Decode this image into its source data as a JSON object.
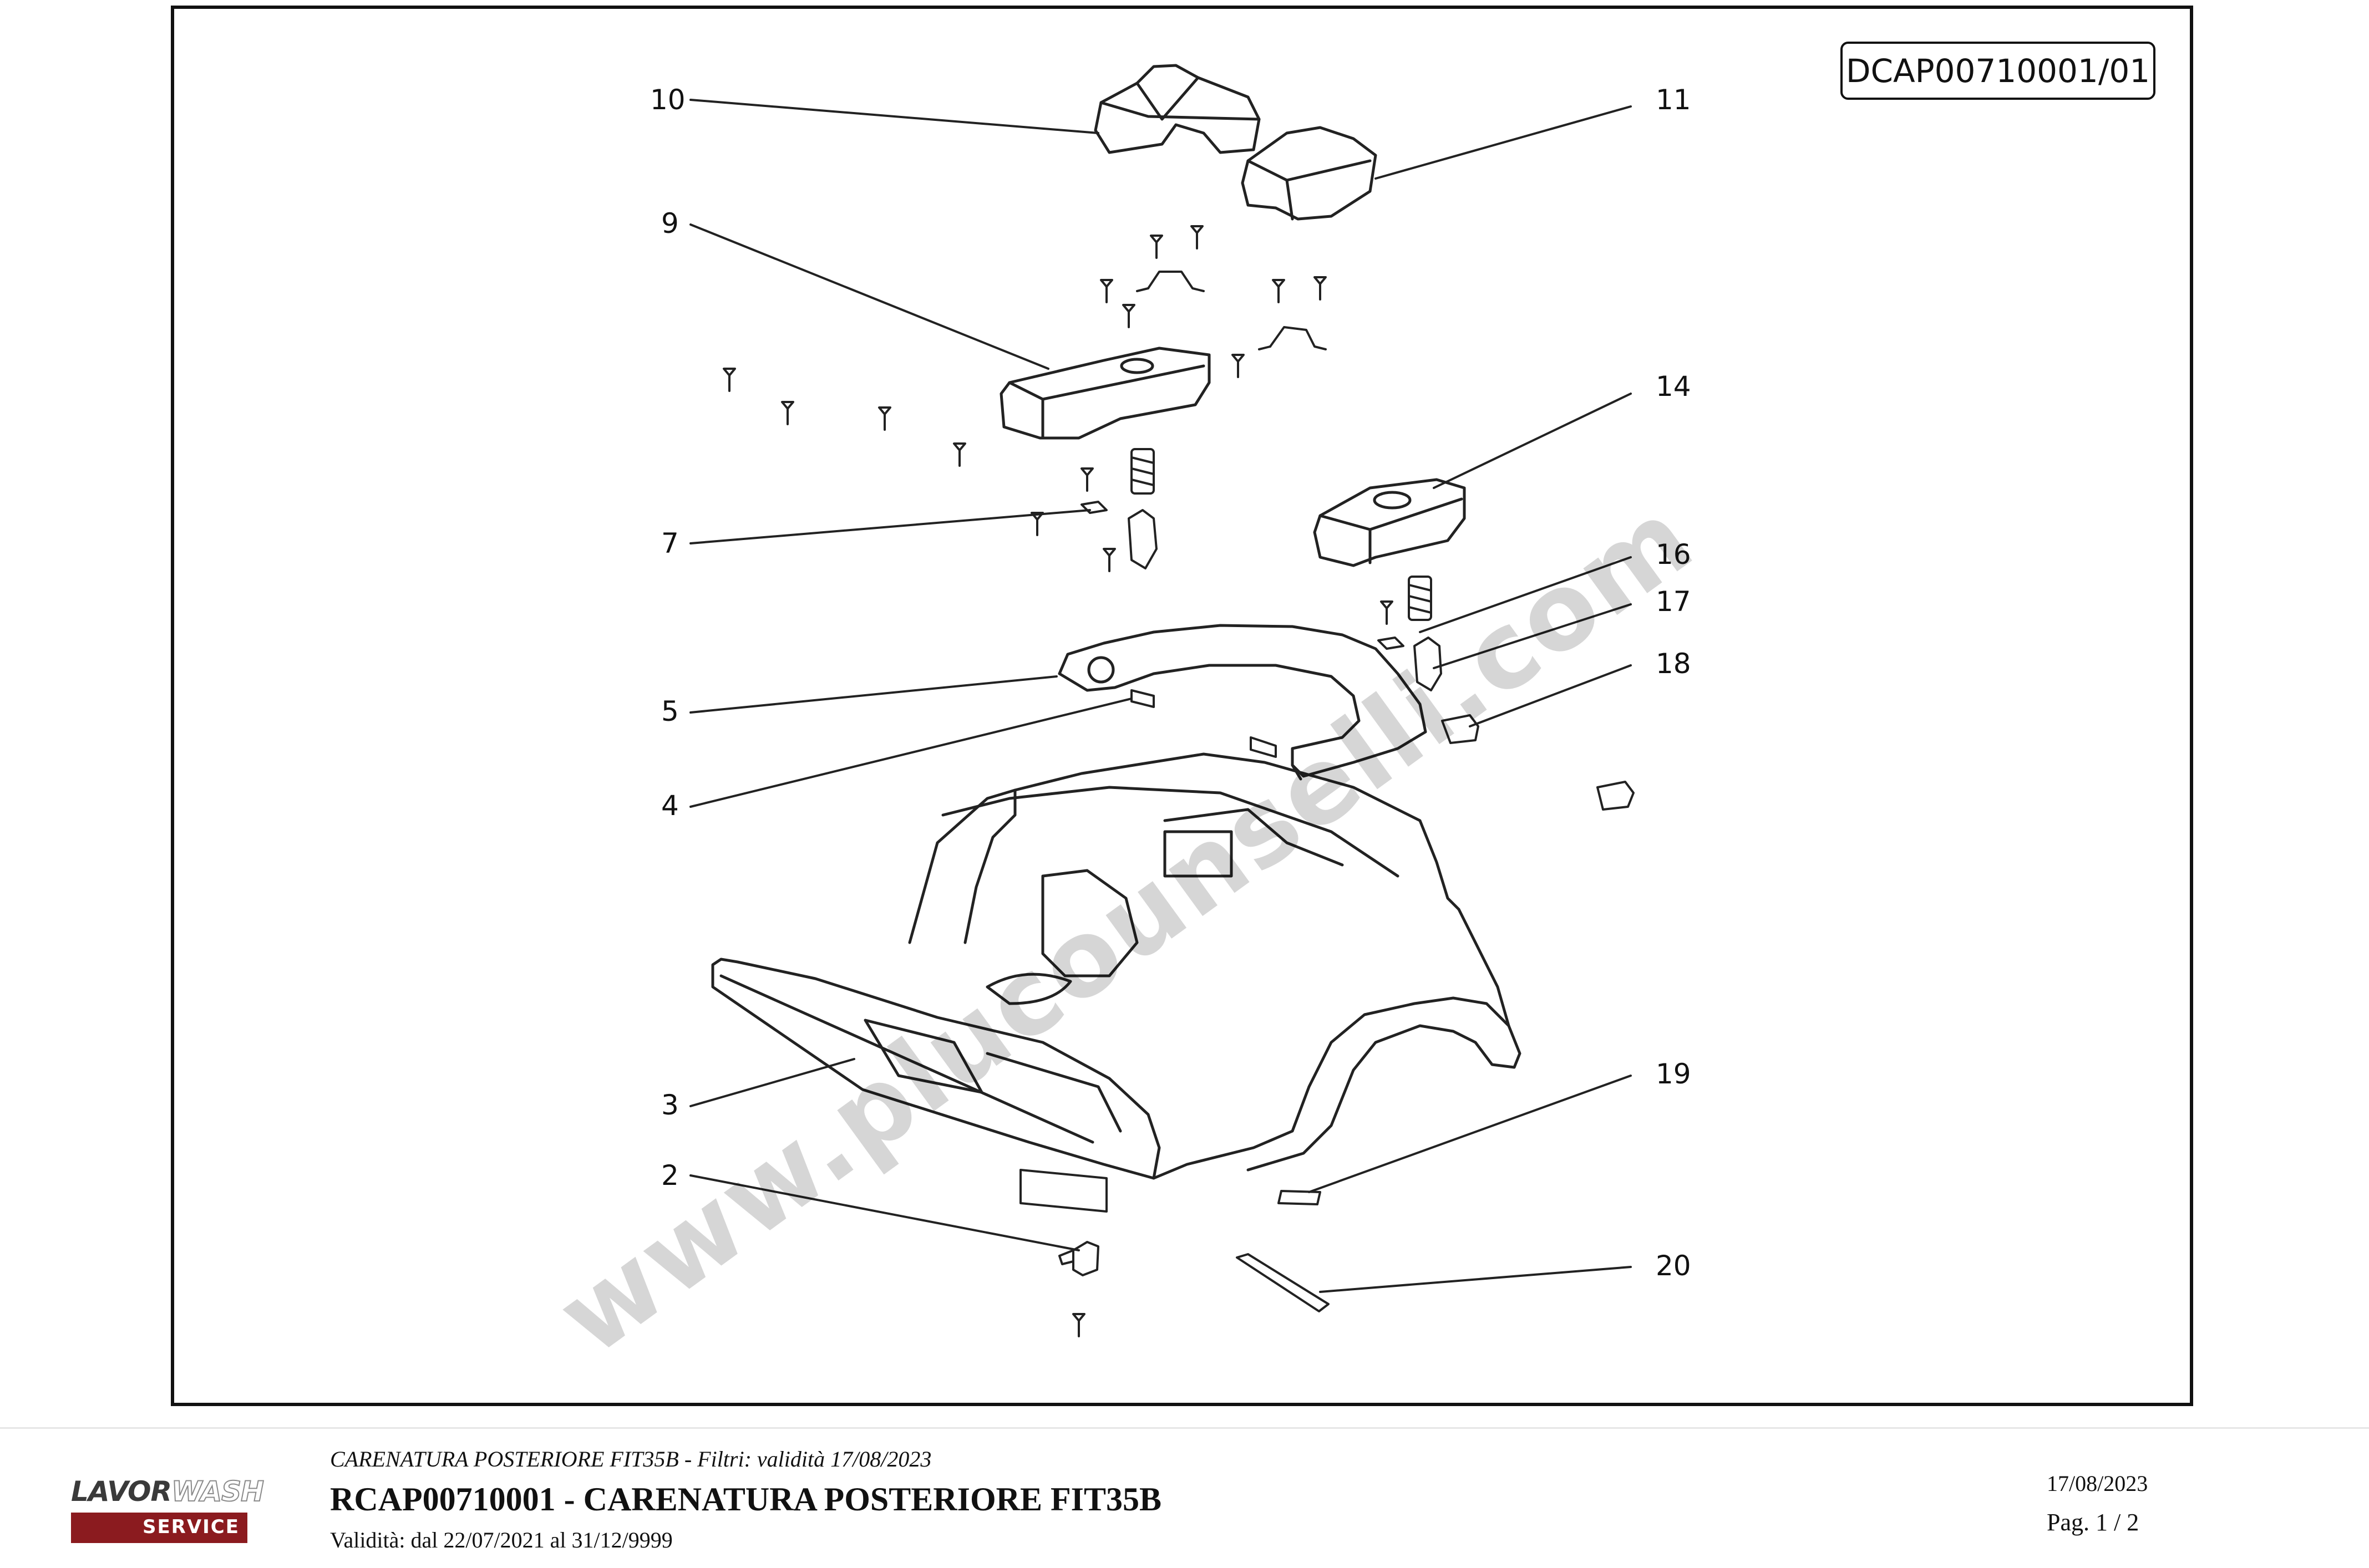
{
  "drawing": {
    "doc_code": "DCAP00710001/01",
    "watermark": "www.plucounselli.com",
    "callouts": [
      "10",
      "11",
      "9",
      "14",
      "7",
      "16",
      "17",
      "18",
      "5",
      "4",
      "3",
      "19",
      "2",
      "20"
    ]
  },
  "footer": {
    "subtitle": "CARENATURA POSTERIORE FIT35B - Filtri: validità 17/08/2023",
    "title": "RCAP00710001 - CARENATURA POSTERIORE FIT35B",
    "validity": "Validità: dal 22/07/2021 al 31/12/9999",
    "date": "17/08/2023",
    "page": "Pag. 1 / 2"
  },
  "logo": {
    "word1": "LAVOR",
    "word2": "WASH",
    "tag": "SERVICE",
    "bar_color": "#8b1b1f"
  }
}
